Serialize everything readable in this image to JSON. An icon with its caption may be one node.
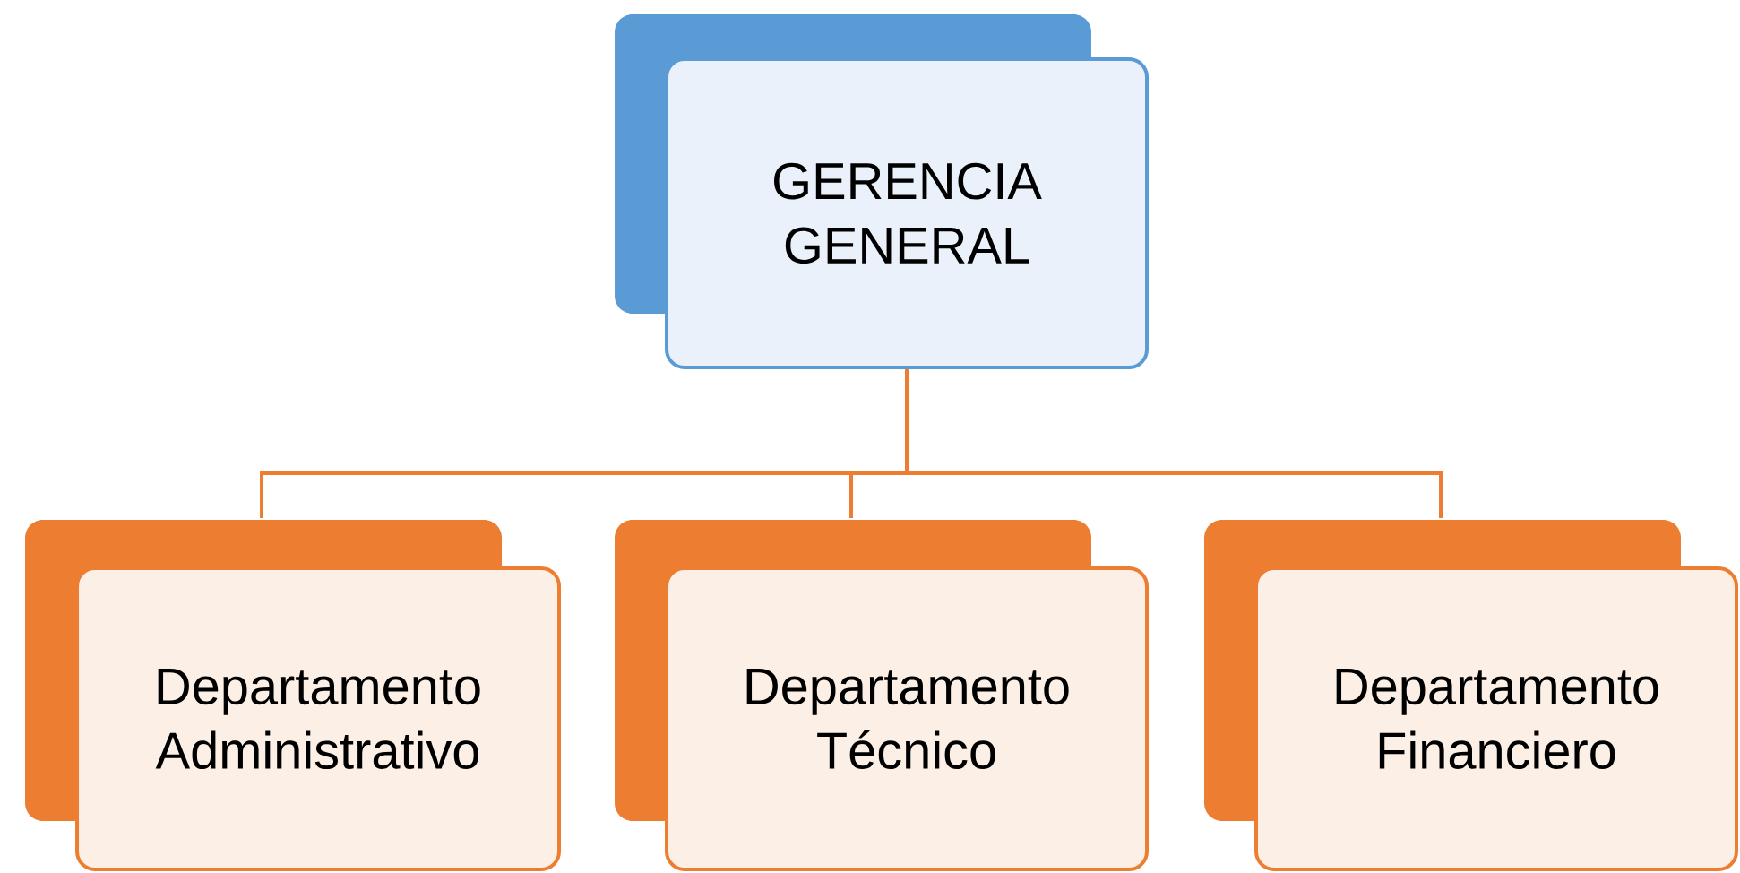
{
  "diagram": {
    "nodes": [
      {
        "text": [
          "GERENCIA GENERAL"
        ]
      },
      {
        "text": [
          "Departamento Administrativo"
        ]
      },
      {
        "text": [
          "Departamento Técnico"
        ]
      },
      {
        "text": [
          "Departamento Financiero"
        ]
      }
    ],
    "edges": [
      {
        "from": 0,
        "to": 1,
        "arrow": "none"
      },
      {
        "from": 0,
        "to": 2,
        "arrow": "none"
      },
      {
        "from": 0,
        "to": 3,
        "arrow": "none"
      }
    ]
  }
}
